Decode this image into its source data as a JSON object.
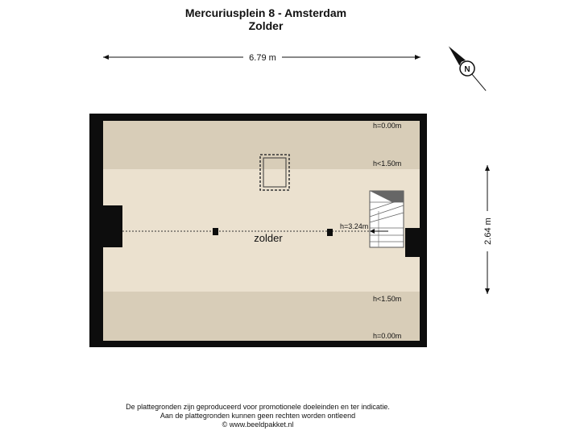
{
  "header": {
    "address": "Mercuriusplein 8 - Amsterdam",
    "floor": "Zolder"
  },
  "dimensions": {
    "width": "6.79 m",
    "depth": "2.64 m"
  },
  "compass": {
    "label": "N",
    "icon": "compass-north-icon"
  },
  "room": {
    "name": "zolder"
  },
  "heights": {
    "top_edge": "h=0.00m",
    "top_slope": "h<1.50m",
    "ridge": "h=3.24m",
    "bottom_slope": "h<1.50m",
    "bottom_edge": "h=0.00m"
  },
  "colors": {
    "wall": "#0d0d0d",
    "low_zone": "#d8cdb8",
    "floor": "#ebe1cf"
  },
  "footer": {
    "line1": "De plattegronden zijn geproduceerd voor promotionele doeleinden en ter indicatie.",
    "line2": "Aan de plattegronden kunnen geen rechten worden ontleend",
    "line3": "© www.beeldpakket.nl"
  }
}
